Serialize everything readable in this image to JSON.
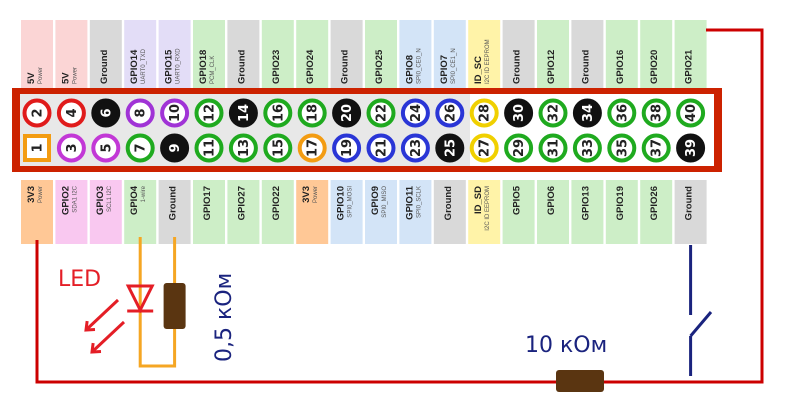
{
  "colors": {
    "power_5v": "#fbd5d5",
    "power_3v3": "#ffc896",
    "ground": "#d9d9d9",
    "uart": "#e3ddf7",
    "gpio": "#cdeec7",
    "i2c": "#f9c8f0",
    "spi": "#d3e4f7",
    "id": "#fff3a8",
    "header_border": "#cc2200",
    "wire_red": "#cc0000",
    "wire_orange": "#f5a623",
    "wire_navy": "#1a237e",
    "resistor": "#5a3511",
    "led_red": "#e41e26",
    "annotation_blue": "#1a237e"
  },
  "top_row": [
    {
      "pin": "2",
      "label": "5V",
      "sub": "Power",
      "kind": "5v"
    },
    {
      "pin": "4",
      "label": "5V",
      "sub": "Power",
      "kind": "5v"
    },
    {
      "pin": "6",
      "label": "Ground",
      "sub": "",
      "kind": "gnd"
    },
    {
      "pin": "8",
      "label": "GPIO14",
      "sub": "UART0_TXD",
      "kind": "uart"
    },
    {
      "pin": "10",
      "label": "GPIO15",
      "sub": "UART0_RXD",
      "kind": "uart"
    },
    {
      "pin": "12",
      "label": "GPIO18",
      "sub": "PCM_CLK",
      "kind": "gpio"
    },
    {
      "pin": "14",
      "label": "Ground",
      "sub": "",
      "kind": "gnd"
    },
    {
      "pin": "16",
      "label": "GPIO23",
      "sub": "",
      "kind": "gpio"
    },
    {
      "pin": "18",
      "label": "GPIO24",
      "sub": "",
      "kind": "gpio"
    },
    {
      "pin": "20",
      "label": "Ground",
      "sub": "",
      "kind": "gnd"
    },
    {
      "pin": "22",
      "label": "GPIO25",
      "sub": "",
      "kind": "gpio"
    },
    {
      "pin": "24",
      "label": "GPIO8",
      "sub": "SPI0_CE0_N",
      "kind": "spi"
    },
    {
      "pin": "26",
      "label": "GPIO7",
      "sub": "SPI0_CE1_N",
      "kind": "spi"
    },
    {
      "pin": "28",
      "label": "ID_SC",
      "sub": "I2C ID EEPROM",
      "kind": "id"
    },
    {
      "pin": "30",
      "label": "Ground",
      "sub": "",
      "kind": "gnd"
    },
    {
      "pin": "32",
      "label": "GPIO12",
      "sub": "",
      "kind": "gpio"
    },
    {
      "pin": "34",
      "label": "Ground",
      "sub": "",
      "kind": "gnd"
    },
    {
      "pin": "36",
      "label": "GPIO16",
      "sub": "",
      "kind": "gpio"
    },
    {
      "pin": "38",
      "label": "GPIO20",
      "sub": "",
      "kind": "gpio"
    },
    {
      "pin": "40",
      "label": "GPIO21",
      "sub": "",
      "kind": "gpio"
    }
  ],
  "bottom_row": [
    {
      "pin": "1",
      "label": "3V3",
      "sub": "Power",
      "kind": "3v3"
    },
    {
      "pin": "3",
      "label": "GPIO2",
      "sub": "SDA1 I2C",
      "kind": "i2c"
    },
    {
      "pin": "5",
      "label": "GPIO3",
      "sub": "SCL1 I2C",
      "kind": "i2c"
    },
    {
      "pin": "7",
      "label": "GPIO4",
      "sub": "1-wire",
      "kind": "gpio"
    },
    {
      "pin": "9",
      "label": "Ground",
      "sub": "",
      "kind": "gnd"
    },
    {
      "pin": "11",
      "label": "GPIO17",
      "sub": "",
      "kind": "gpio"
    },
    {
      "pin": "13",
      "label": "GPIO27",
      "sub": "",
      "kind": "gpio"
    },
    {
      "pin": "15",
      "label": "GPIO22",
      "sub": "",
      "kind": "gpio"
    },
    {
      "pin": "17",
      "label": "3V3",
      "sub": "Power",
      "kind": "3v3"
    },
    {
      "pin": "19",
      "label": "GPIO10",
      "sub": "SPI0_MOSI",
      "kind": "spi"
    },
    {
      "pin": "21",
      "label": "GPIO9",
      "sub": "SPI0_MISO",
      "kind": "spi"
    },
    {
      "pin": "23",
      "label": "GPIO11",
      "sub": "SPI0_SCLK",
      "kind": "spi"
    },
    {
      "pin": "25",
      "label": "Ground",
      "sub": "",
      "kind": "gnd"
    },
    {
      "pin": "27",
      "label": "ID_SD",
      "sub": "I2C ID EEPROM",
      "kind": "id"
    },
    {
      "pin": "29",
      "label": "GPIO5",
      "sub": "",
      "kind": "gpio"
    },
    {
      "pin": "31",
      "label": "GPIO6",
      "sub": "",
      "kind": "gpio"
    },
    {
      "pin": "33",
      "label": "GPIO13",
      "sub": "",
      "kind": "gpio"
    },
    {
      "pin": "35",
      "label": "GPIO19",
      "sub": "",
      "kind": "gpio"
    },
    {
      "pin": "37",
      "label": "GPIO26",
      "sub": "",
      "kind": "gpio"
    },
    {
      "pin": "39",
      "label": "Ground",
      "sub": "",
      "kind": "gnd"
    }
  ],
  "annotations": {
    "led_label": "LED",
    "resistor_led": "0,5 кОм",
    "resistor_pullup": "10 кОм"
  }
}
